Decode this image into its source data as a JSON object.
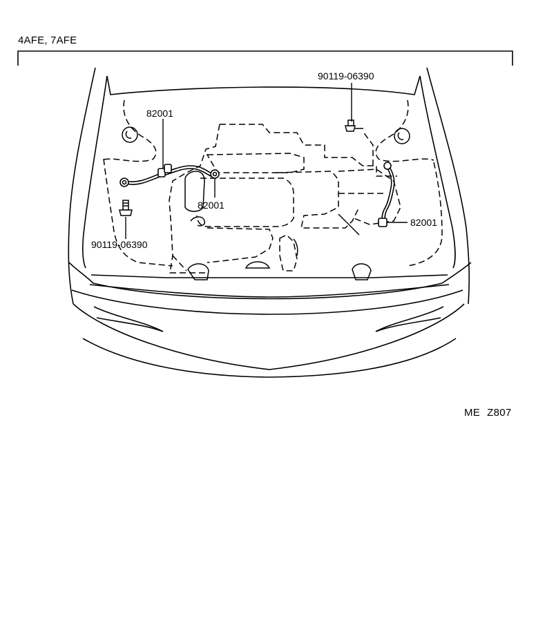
{
  "header": {
    "variant": "4AFE, 7AFE"
  },
  "callouts": [
    {
      "part_no": "82001"
    },
    {
      "part_no": "82001"
    },
    {
      "part_no": "82001"
    },
    {
      "part_no": "90119-06390"
    },
    {
      "part_no": "90119-06390"
    }
  ],
  "figure_code": {
    "prefix": "ME",
    "number": "Z807"
  }
}
